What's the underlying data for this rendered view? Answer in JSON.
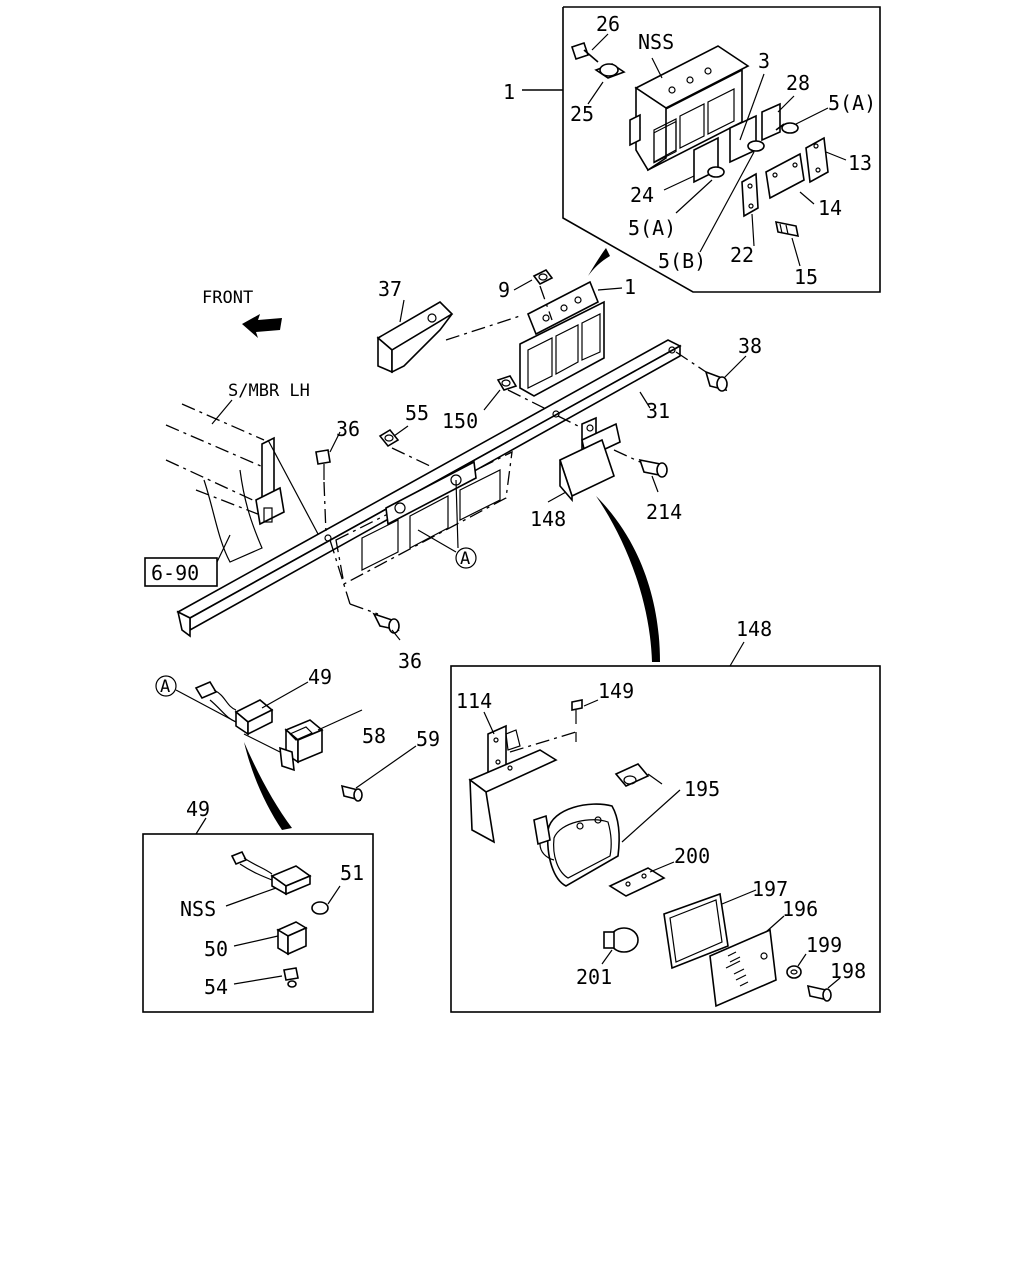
{
  "labels": {
    "p26": "26",
    "nss_top": "NSS",
    "p3": "3",
    "p28": "28",
    "p5a_1": "5(A)",
    "p1_inset": "1",
    "p25": "25",
    "p13": "13",
    "p24": "24",
    "p14": "14",
    "p5a_2": "5(A)",
    "p22": "22",
    "p5b": "5(B)",
    "p15": "15",
    "front": "FRONT",
    "p37": "37",
    "p9": "9",
    "p1_main": "1",
    "p38": "38",
    "smbr": "S/MBR LH",
    "p36_top": "36",
    "p55": "55",
    "p150": "150",
    "p31": "31",
    "p214": "214",
    "p148_main": "148",
    "callout_a1": "A",
    "ref_6_90": "6-90",
    "p36_bottom": "36",
    "callout_a2": "A",
    "p49": "49",
    "p58": "58",
    "p59": "59",
    "p49_inset": "49",
    "p51": "51",
    "nss_bottom": "NSS",
    "p50": "50",
    "p54": "54",
    "p148_inset": "148",
    "p114": "114",
    "p149": "149",
    "p195": "195",
    "p200": "200",
    "p197": "197",
    "p196": "196",
    "p199": "199",
    "p198": "198",
    "p201": "201"
  }
}
